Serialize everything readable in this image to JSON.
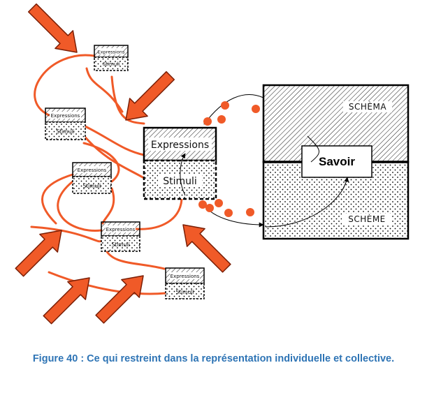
{
  "diagram": {
    "small_box": {
      "top_label": "Expressions",
      "bottom_label": "Stimuli"
    },
    "central_box": {
      "top_label": "Expressions",
      "bottom_label": "Stimuli"
    },
    "knowledge_box": {
      "top_label": "SCHÈMA",
      "bottom_label": "SCHÈME",
      "center_label": "Savoir"
    },
    "colors": {
      "accent": "#f05a28",
      "arrow_outline": "#7a1e05",
      "ink": "#000000"
    }
  },
  "caption": "Figure 40 : Ce qui restreint dans la représentation individuelle et collective."
}
